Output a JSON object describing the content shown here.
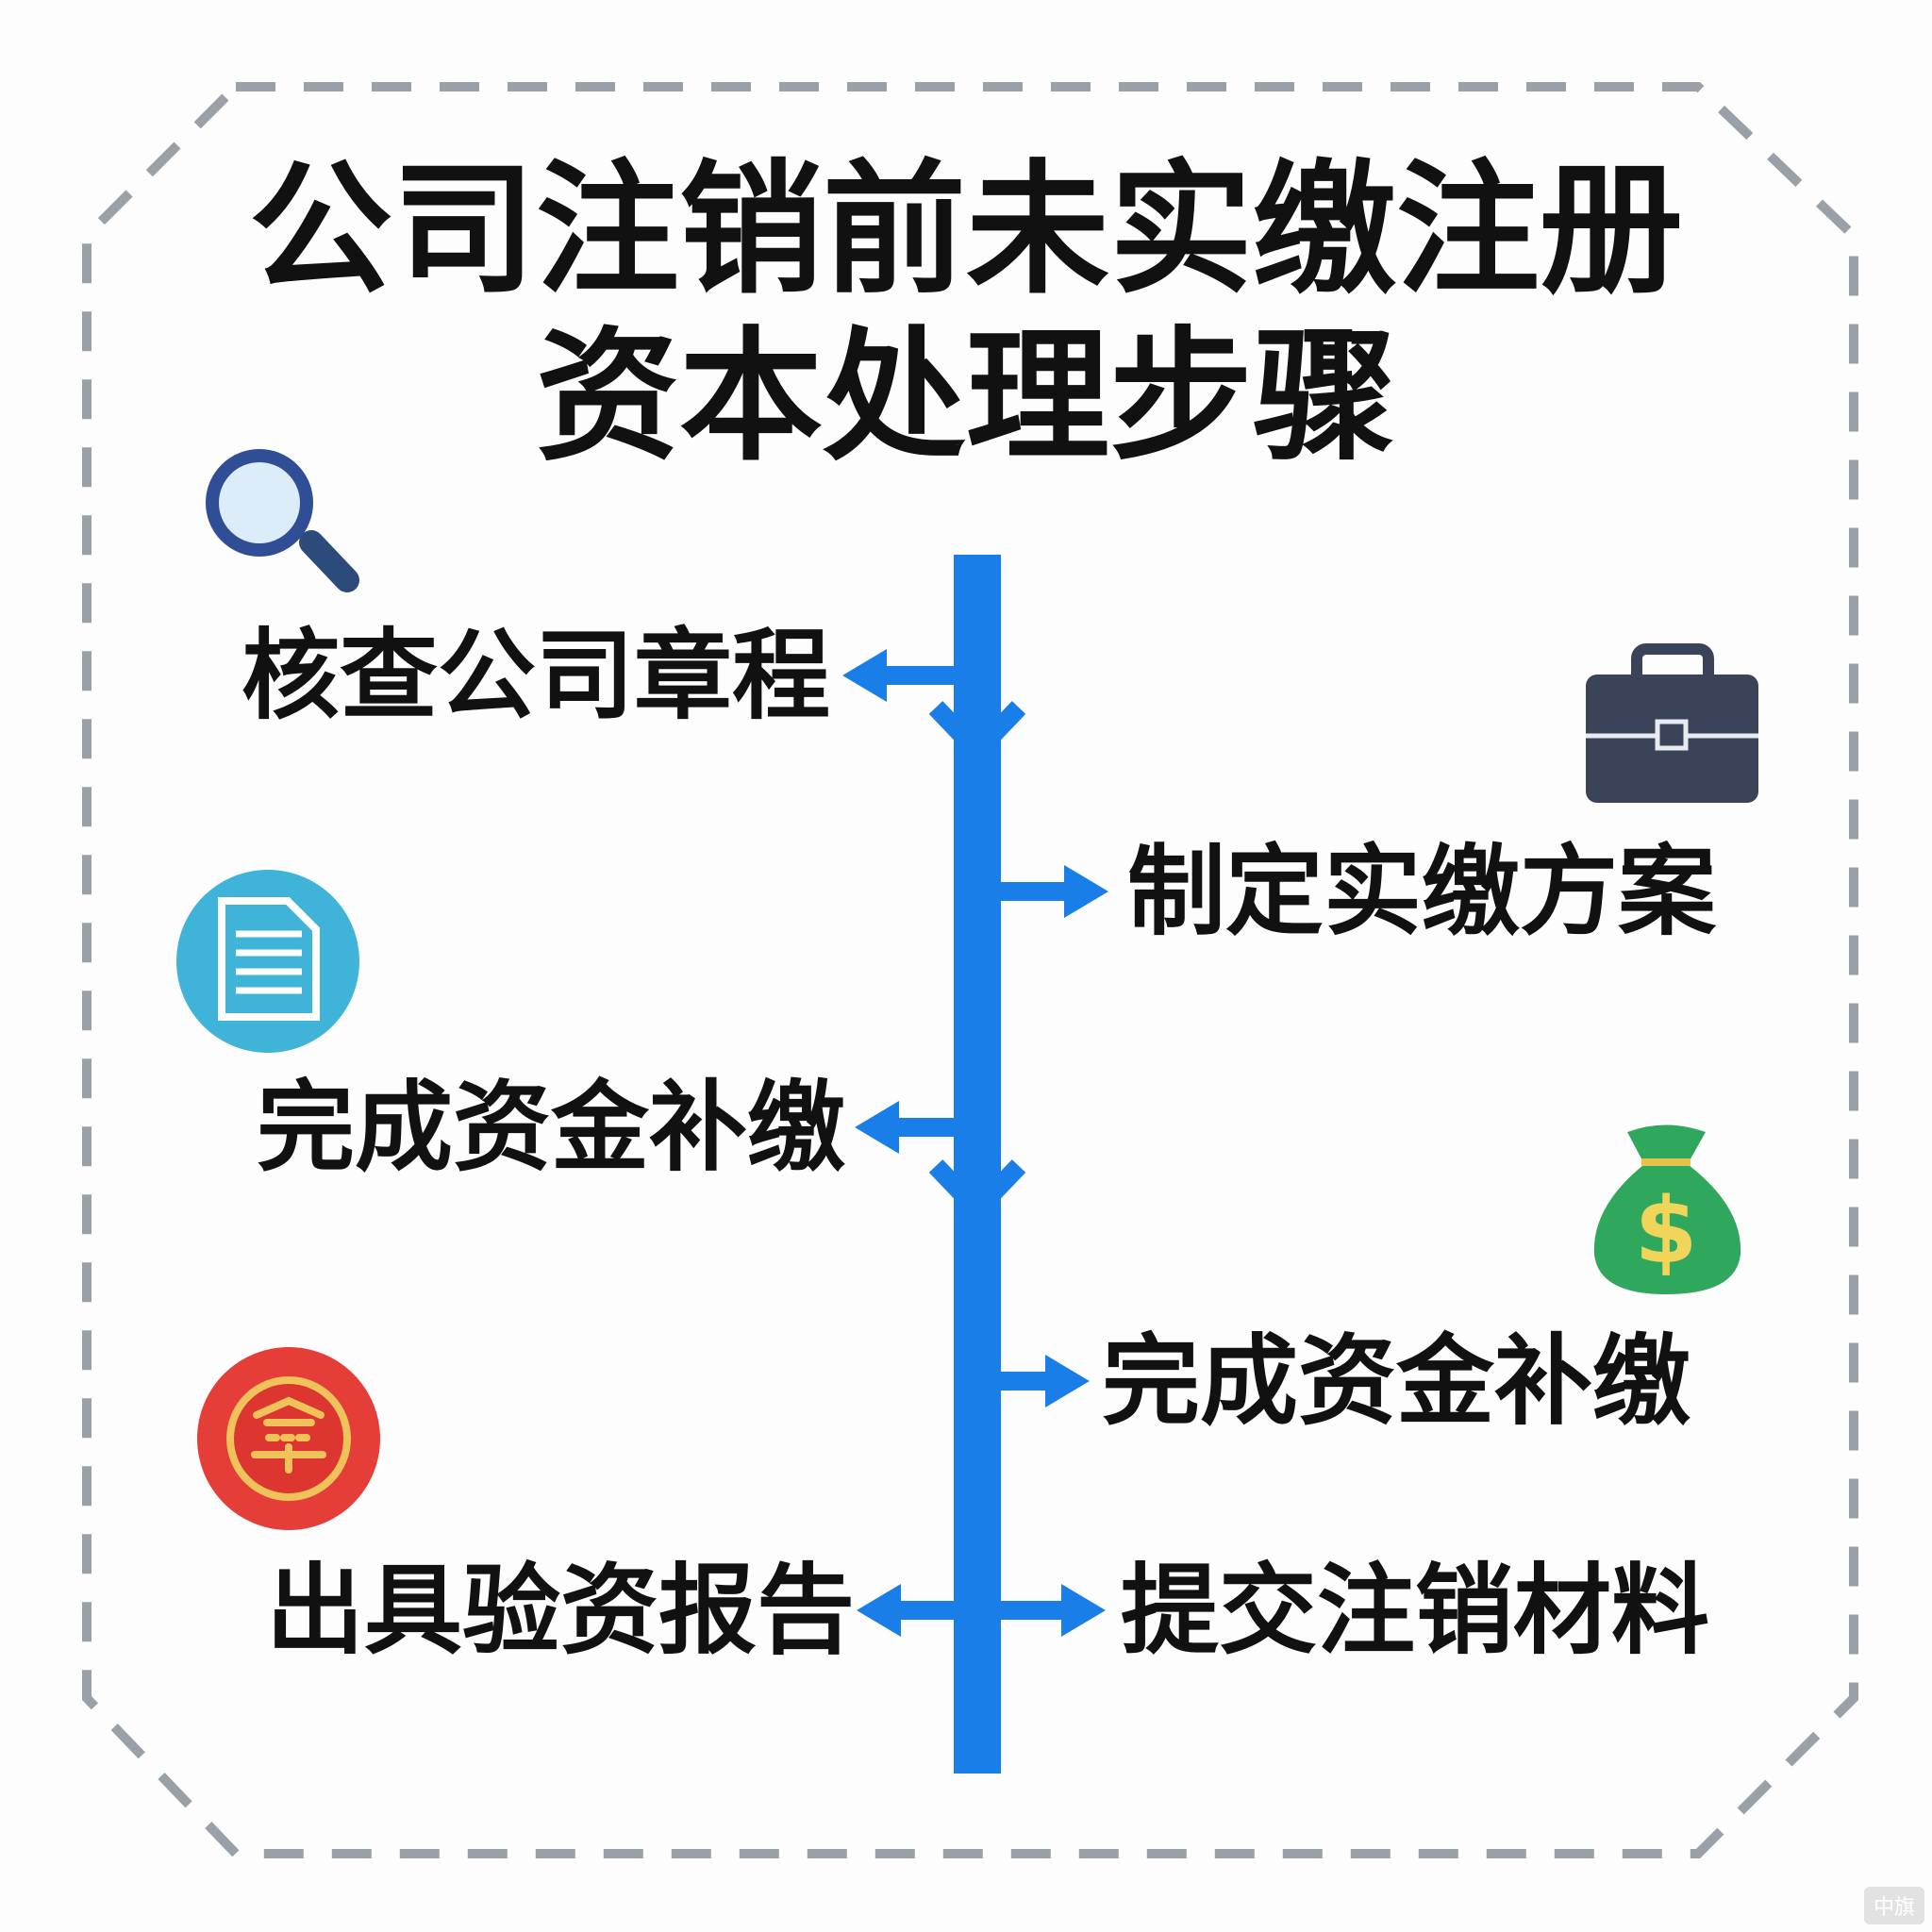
{
  "title": {
    "line1": "公司注销前未实缴注册",
    "line2": "资本处理步骤"
  },
  "steps": [
    {
      "label": "核查公司章程",
      "side": "left",
      "icon": "magnifier-icon"
    },
    {
      "label": "制定实缴方案",
      "side": "right",
      "icon": "briefcase-icon"
    },
    {
      "label": "完成资金补缴",
      "side": "left",
      "icon": "document-icon"
    },
    {
      "label": "完成资金补缴",
      "side": "right",
      "icon": "money-bag-icon"
    },
    {
      "label": "出具验资报告",
      "side": "left",
      "icon": "seal-icon"
    },
    {
      "label": "提交注销材料",
      "side": "right"
    }
  ],
  "icons": {
    "money_symbol": "$"
  },
  "watermark": "中旗",
  "colors": {
    "timeline": "#1a7ee8",
    "border": "#9aa0a8",
    "text": "#111111"
  }
}
